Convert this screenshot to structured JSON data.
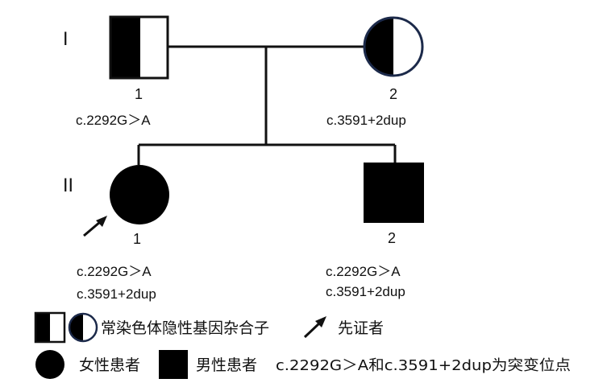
{
  "generations": [
    "I",
    "II"
  ],
  "individuals": {
    "I1": {
      "number": "1",
      "variants": [
        "c.2292G＞A"
      ]
    },
    "I2": {
      "number": "2",
      "variants": [
        "c.3591+2dup"
      ]
    },
    "II1": {
      "number": "1",
      "variants": [
        "c.2292G＞A",
        "c.3591+2dup"
      ]
    },
    "II2": {
      "number": "2",
      "variants": [
        "c.2292G＞A",
        "c.3591+2dup"
      ]
    }
  },
  "legend": {
    "carrier": "常染色体隐性基因杂合子",
    "proband": "先证者",
    "affected_female": "女性患者",
    "affected_male": "男性患者",
    "mutation_note": "c.2292G＞A和c.3591+2dup为突变位点"
  },
  "colors": {
    "affected": "#000000",
    "line": "#111111",
    "circle_border": "#1c2a4a"
  }
}
